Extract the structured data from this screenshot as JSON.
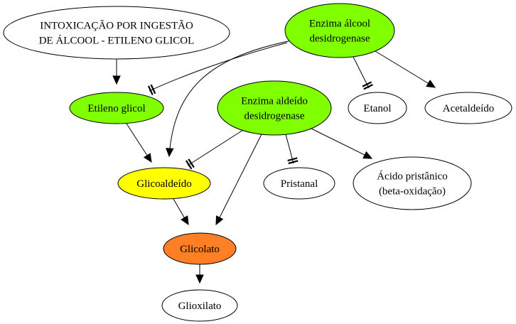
{
  "nodes": [
    {
      "id": "intox",
      "lines": [
        "INTOXICAÇÃO POR INGESTÃO",
        "DE ÁLCOOL - ETILENO GLICOL"
      ],
      "fill": "#ffffff"
    },
    {
      "id": "adh",
      "lines": [
        "Enzima álcool",
        "desidrogenase"
      ],
      "fill": "#7fff00"
    },
    {
      "id": "etileno",
      "lines": [
        "Etileno glicol"
      ],
      "fill": "#7fff00"
    },
    {
      "id": "aldh",
      "lines": [
        "Enzima aldeído",
        "desidrogenase"
      ],
      "fill": "#7fff00"
    },
    {
      "id": "etanol",
      "lines": [
        "Etanol"
      ],
      "fill": "#ffffff"
    },
    {
      "id": "acetaldeido",
      "lines": [
        "Acetaldeído"
      ],
      "fill": "#ffffff"
    },
    {
      "id": "glicoaldeido",
      "lines": [
        "Glicoaldeído"
      ],
      "fill": "#ffff00"
    },
    {
      "id": "pristanal",
      "lines": [
        "Pristanal"
      ],
      "fill": "#ffffff"
    },
    {
      "id": "acido",
      "lines": [
        "Ácido pristânico",
        "(beta-oxidação)"
      ],
      "fill": "#ffffff"
    },
    {
      "id": "glicolato",
      "lines": [
        "Glicolato"
      ],
      "fill": "#ff7f24"
    },
    {
      "id": "glioxilato",
      "lines": [
        "Glioxilato"
      ],
      "fill": "#ffffff"
    }
  ],
  "edges": [
    {
      "from": "intox",
      "to": "etileno",
      "kind": "arrow"
    },
    {
      "from": "adh",
      "to": "etileno",
      "kind": "tee"
    },
    {
      "from": "adh",
      "to": "glicoaldeido",
      "kind": "arrow"
    },
    {
      "from": "adh",
      "to": "etanol",
      "kind": "tee"
    },
    {
      "from": "adh",
      "to": "acetaldeido",
      "kind": "arrow"
    },
    {
      "from": "etileno",
      "to": "glicoaldeido",
      "kind": "arrow"
    },
    {
      "from": "aldh",
      "to": "glicoaldeido",
      "kind": "tee"
    },
    {
      "from": "aldh",
      "to": "glicolato",
      "kind": "arrow"
    },
    {
      "from": "aldh",
      "to": "pristanal",
      "kind": "tee"
    },
    {
      "from": "aldh",
      "to": "acido",
      "kind": "arrow"
    },
    {
      "from": "glicoaldeido",
      "to": "glicolato",
      "kind": "arrow"
    },
    {
      "from": "glicolato",
      "to": "glioxilato",
      "kind": "arrow"
    }
  ]
}
